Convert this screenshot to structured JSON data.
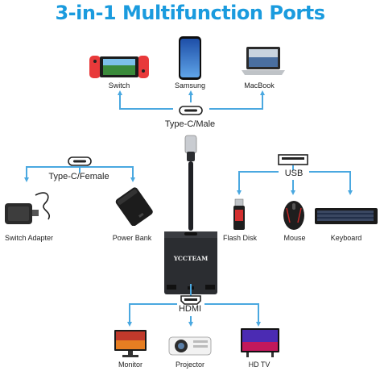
{
  "title": "3-in-1 Multifunction Ports",
  "ports": {
    "type_c_male": "Type-C/Male",
    "type_c_female": "Type-C/Female",
    "usb": "USB",
    "hdmi": "HDMI"
  },
  "devices": {
    "switch": "Switch",
    "samsung": "Samsung",
    "macbook": "MacBook",
    "switch_adapter": "Switch Adapter",
    "power_bank": "Power Bank",
    "flash_disk": "Flash Disk",
    "mouse": "Mouse",
    "keyboard": "Keyboard",
    "monitor": "Monitor",
    "projector": "Projector",
    "hd_tv": "HD TV"
  },
  "adapter_brand": "YCCTEAM",
  "colors": {
    "title": "#1a9bde",
    "line": "#4aa8e0",
    "hub": "#2b2d31"
  }
}
